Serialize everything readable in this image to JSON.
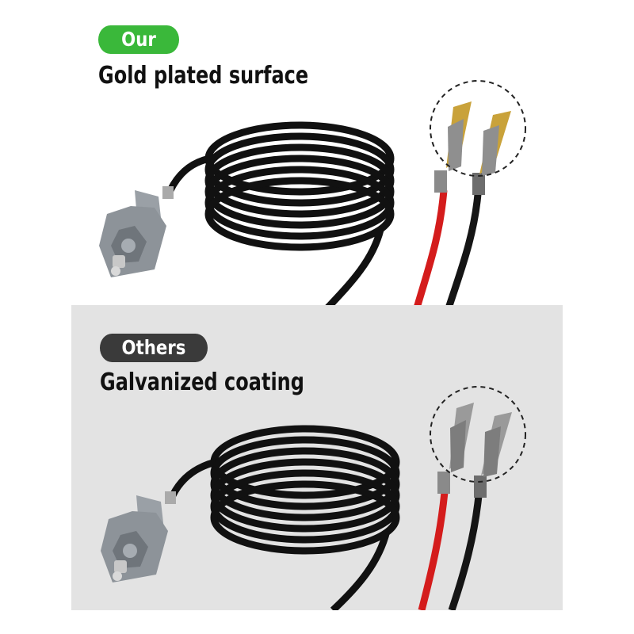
{
  "top": {
    "badge": "Our",
    "badge_color": "#3ab83a",
    "headline": "Gold plated surface",
    "terminal_color": "#c9a23a"
  },
  "bottom": {
    "badge": "Others",
    "badge_color": "#3a3a3a",
    "headline": "Galvanized coating",
    "terminal_color": "#9a9a9a"
  },
  "icons": {
    "connector": "sensor-plug-icon",
    "cable": "coiled-cable-icon",
    "terminal": "spade-terminal-icon"
  }
}
